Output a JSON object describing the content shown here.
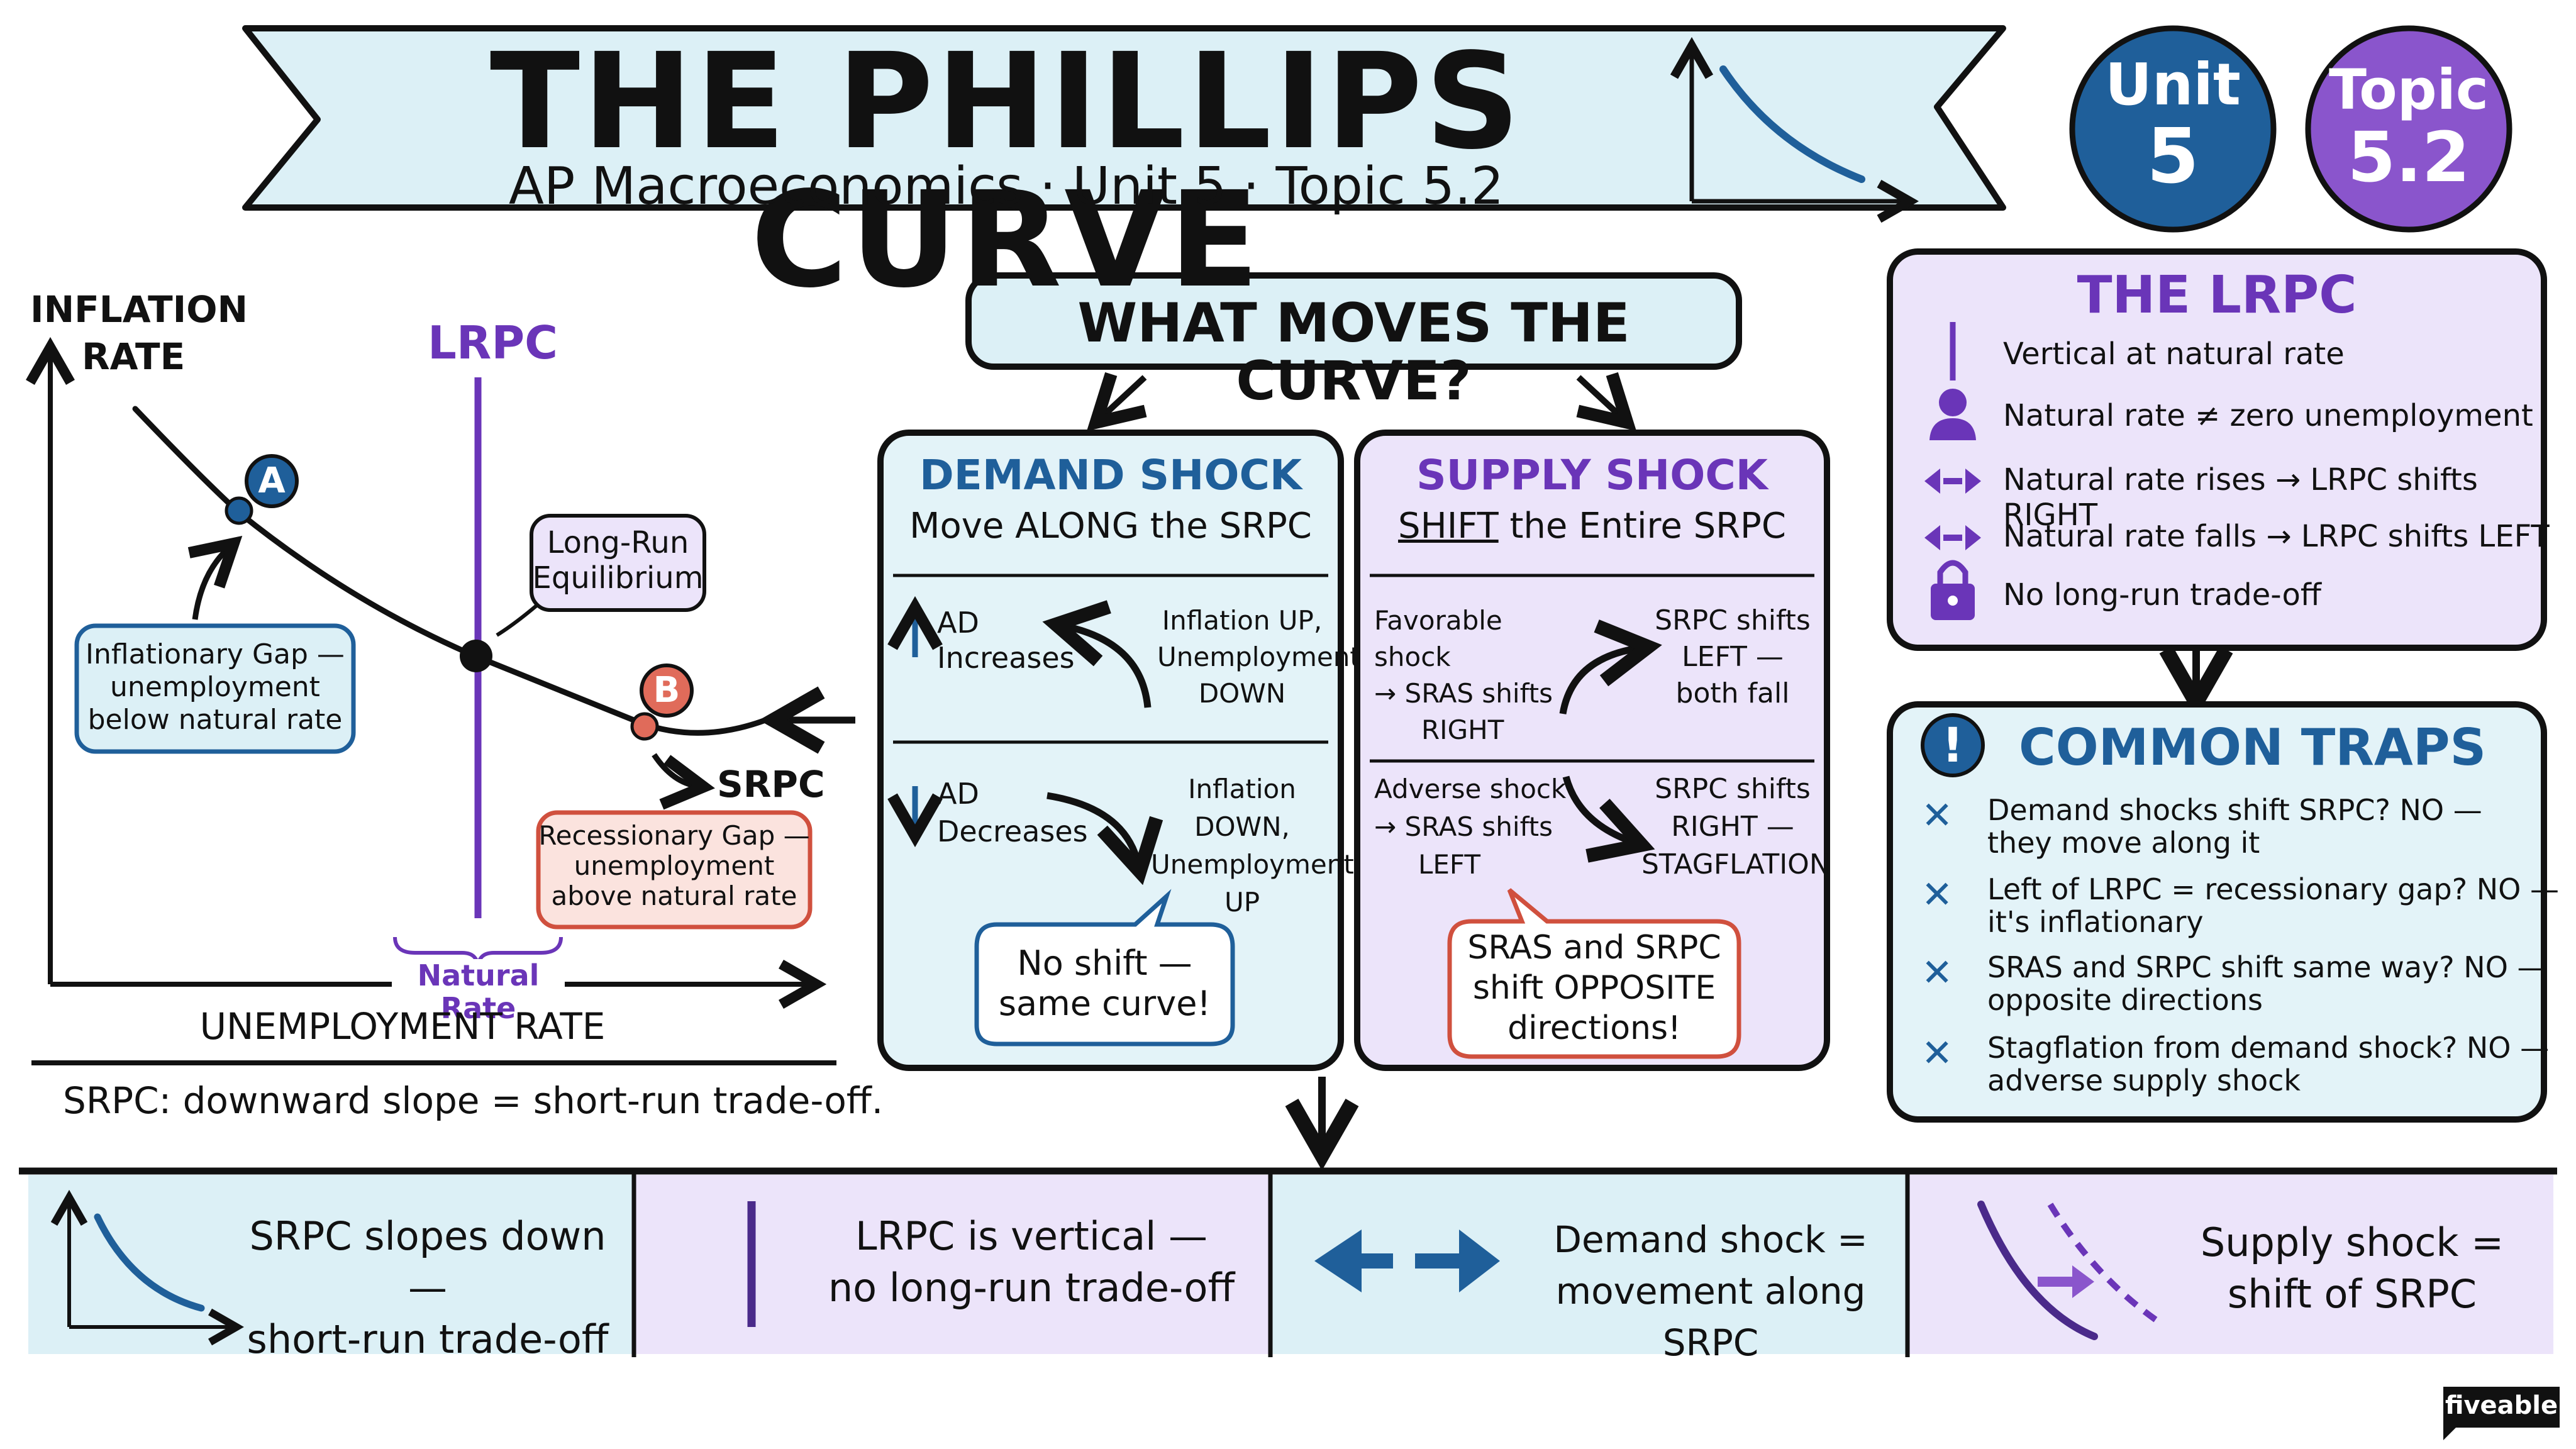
{
  "header": {
    "title": "THE PHILLIPS CURVE",
    "subtitle": "AP Macroeconomics · Unit 5 · Topic 5.2",
    "unit_badge": {
      "label": "Unit",
      "value": "5"
    },
    "topic_badge": {
      "label": "Topic",
      "value": "5.2"
    }
  },
  "chart": {
    "y_axis_label_1": "INFLATION",
    "y_axis_label_2": "RATE",
    "x_axis_label": "UNEMPLOYMENT RATE",
    "lrpc_label": "LRPC",
    "srpc_label": "SRPC",
    "natural_rate_label": "Natural Rate",
    "point_a": "A",
    "point_b": "B",
    "long_run_eq": [
      "Long-Run",
      "Equilibrium"
    ],
    "inflationary_gap": [
      "Inflationary Gap —",
      "unemployment",
      "below natural rate"
    ],
    "recessionary_gap": [
      "Recessionary Gap —",
      "unemployment",
      "above natural rate"
    ],
    "caption": "SRPC: downward slope = short-run trade-off."
  },
  "what_moves": {
    "title": "WHAT MOVES THE CURVE?"
  },
  "demand_shock": {
    "title": "DEMAND SHOCK",
    "subtitle": "Move ALONG the SRPC",
    "increase_left": [
      "AD",
      "Increases"
    ],
    "increase_right": [
      "Inflation UP,",
      "Unemployment",
      "DOWN"
    ],
    "decrease_left": [
      "AD",
      "Decreases"
    ],
    "decrease_right": [
      "Inflation DOWN,",
      "Unemployment",
      "UP"
    ],
    "bubble": [
      "No shift —",
      "same curve!"
    ]
  },
  "supply_shock": {
    "title": "SUPPLY SHOCK",
    "subtitle_underlined": "SHIFT",
    "subtitle_rest": " the Entire SRPC",
    "favorable_left": [
      "Favorable shock",
      "→ SRAS shifts",
      "RIGHT"
    ],
    "favorable_right": [
      "SRPC shifts",
      "LEFT —",
      "both fall"
    ],
    "adverse_left": [
      "Adverse shock",
      "→ SRAS shifts",
      "LEFT"
    ],
    "adverse_right": [
      "SRPC shifts",
      "RIGHT —",
      "STAGFLATION"
    ],
    "bubble": [
      "SRAS and SRPC",
      "shift OPPOSITE",
      "directions!"
    ]
  },
  "lrpc_panel": {
    "title": "THE LRPC",
    "items": [
      {
        "icon": "vertical-line-icon",
        "text": "Vertical at natural rate"
      },
      {
        "icon": "person-icon",
        "text": "Natural rate ≠ zero unemployment"
      },
      {
        "icon": "double-arrow-icon",
        "text": "Natural rate rises → LRPC shifts RIGHT"
      },
      {
        "icon": "double-arrow-icon",
        "text": "Natural rate falls → LRPC shifts LEFT"
      },
      {
        "icon": "lock-icon",
        "text": "No long-run trade-off"
      }
    ]
  },
  "traps": {
    "title": "COMMON TRAPS",
    "items": [
      [
        "Demand shocks shift SRPC? NO —",
        "they move along it"
      ],
      [
        "Left of LRPC = recessionary gap? NO —",
        "it's inflationary"
      ],
      [
        "SRAS and SRPC shift same way? NO —",
        "opposite directions"
      ],
      [
        "Stagflation from demand shock? NO —",
        "adverse supply shock"
      ]
    ]
  },
  "bottom": [
    {
      "icon": "downward-curve-icon",
      "lines": [
        "SRPC slopes down —",
        "short-run trade-off"
      ]
    },
    {
      "icon": "vertical-line-icon",
      "lines": [
        "LRPC is vertical —",
        "no long-run trade-off"
      ]
    },
    {
      "icon": "double-arrow-icon",
      "lines": [
        "Demand shock =",
        "movement along SRPC"
      ]
    },
    {
      "icon": "curve-shift-icon",
      "lines": [
        "Supply shock =",
        "shift of SRPC"
      ]
    }
  ],
  "brand": "fiveable",
  "colors": {
    "blue": "#1f5f9a",
    "purple": "#6a35b8",
    "light_blue": "#dcf0f6",
    "light_purple": "#ece4fa",
    "red": "#d0503e"
  }
}
